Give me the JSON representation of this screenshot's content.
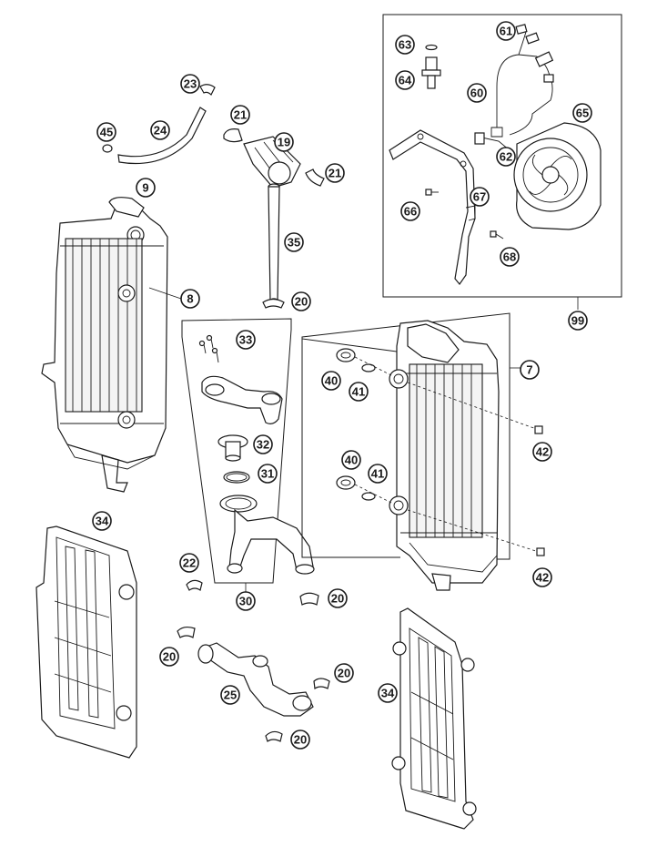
{
  "diagram": {
    "callouts": [
      {
        "id": "c61",
        "label": "61"
      },
      {
        "id": "c63",
        "label": "63"
      },
      {
        "id": "c64",
        "label": "64"
      },
      {
        "id": "c60",
        "label": "60"
      },
      {
        "id": "c65",
        "label": "65"
      },
      {
        "id": "c62",
        "label": "62"
      },
      {
        "id": "c67",
        "label": "67"
      },
      {
        "id": "c66",
        "label": "66"
      },
      {
        "id": "c68",
        "label": "68"
      },
      {
        "id": "c99",
        "label": "99"
      },
      {
        "id": "c23",
        "label": "23"
      },
      {
        "id": "c45",
        "label": "45"
      },
      {
        "id": "c24",
        "label": "24"
      },
      {
        "id": "c21a",
        "label": "21"
      },
      {
        "id": "c19",
        "label": "19"
      },
      {
        "id": "c21b",
        "label": "21"
      },
      {
        "id": "c9",
        "label": "9"
      },
      {
        "id": "c35",
        "label": "35"
      },
      {
        "id": "c8",
        "label": "8"
      },
      {
        "id": "c20a",
        "label": "20"
      },
      {
        "id": "c33",
        "label": "33"
      },
      {
        "id": "c7",
        "label": "7"
      },
      {
        "id": "c40a",
        "label": "40"
      },
      {
        "id": "c41a",
        "label": "41"
      },
      {
        "id": "c42a",
        "label": "42"
      },
      {
        "id": "c32",
        "label": "32"
      },
      {
        "id": "c31",
        "label": "31"
      },
      {
        "id": "c40b",
        "label": "40"
      },
      {
        "id": "c41b",
        "label": "41"
      },
      {
        "id": "c34a",
        "label": "34"
      },
      {
        "id": "c22",
        "label": "22"
      },
      {
        "id": "c42b",
        "label": "42"
      },
      {
        "id": "c30",
        "label": "30"
      },
      {
        "id": "c20b",
        "label": "20"
      },
      {
        "id": "c20c",
        "label": "20"
      },
      {
        "id": "c20d",
        "label": "20"
      },
      {
        "id": "c25",
        "label": "25"
      },
      {
        "id": "c34b",
        "label": "34"
      },
      {
        "id": "c20e",
        "label": "20"
      }
    ]
  }
}
